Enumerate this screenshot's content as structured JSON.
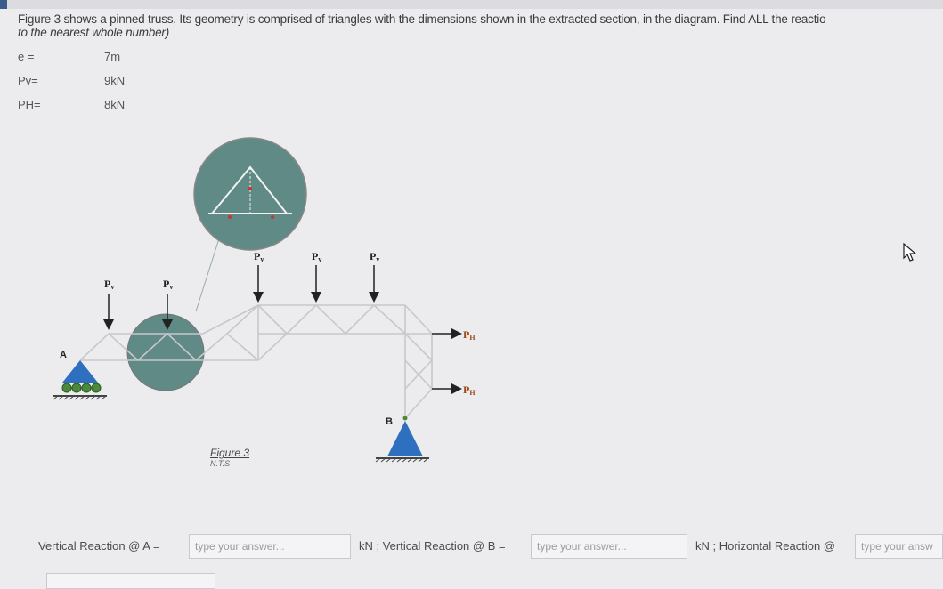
{
  "question": {
    "line1": "Figure 3 shows a pinned truss. Its geometry is comprised of triangles with the dimensions shown in the extracted section, in the diagram. Find ALL the reactio",
    "line2": "to the nearest whole number)"
  },
  "variables": [
    {
      "name": "e =",
      "value": "7m"
    },
    {
      "name": "Pv=",
      "value": "9kN"
    },
    {
      "name": "PH=",
      "value": "8kN"
    }
  ],
  "figure": {
    "caption": "Figure 3",
    "subcaption": "N.T.S",
    "support_a": "A",
    "support_b": "B",
    "load_v": "P",
    "load_v_sub": "v",
    "load_h": "P",
    "load_h_sub": "H"
  },
  "answers": {
    "vertical_a_label": "Vertical Reaction @ A =",
    "vertical_a_placeholder": "type your answer...",
    "vertical_b_label": "kN ; Vertical Reaction @ B =",
    "vertical_b_placeholder": "type your answer...",
    "horizontal_label": "kN ; Horizontal Reaction @",
    "horizontal_placeholder": "type your answ"
  },
  "colors": {
    "accent": "#3b5b8a",
    "support": "#2f6fc0",
    "circle_fill": "#5f8a86"
  }
}
